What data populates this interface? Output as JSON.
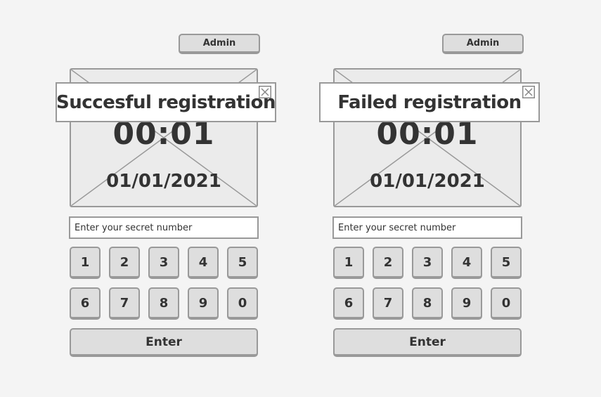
{
  "screens": [
    {
      "id": "success",
      "admin_label": "Admin",
      "popup_title": "Succesful registration",
      "clock": "00:01",
      "date": "01/01/2021",
      "input_placeholder": "Enter your secret number",
      "keys": [
        "1",
        "2",
        "3",
        "4",
        "5",
        "6",
        "7",
        "8",
        "9",
        "0"
      ],
      "enter_label": "Enter"
    },
    {
      "id": "failed",
      "admin_label": "Admin",
      "popup_title": "Failed registration",
      "clock": "00:01",
      "date": "01/01/2021",
      "input_placeholder": "Enter your secret number",
      "keys": [
        "1",
        "2",
        "3",
        "4",
        "5",
        "6",
        "7",
        "8",
        "9",
        "0"
      ],
      "enter_label": "Enter"
    }
  ],
  "colors": {
    "background": "#f4f4f4",
    "border": "#999999",
    "button_fill": "#dedede",
    "text": "#333333",
    "display_fill": "#ebebeb",
    "popup_fill": "#ffffff"
  },
  "icons": {
    "close": "close-icon",
    "image_placeholder": "image-placeholder-icon"
  }
}
